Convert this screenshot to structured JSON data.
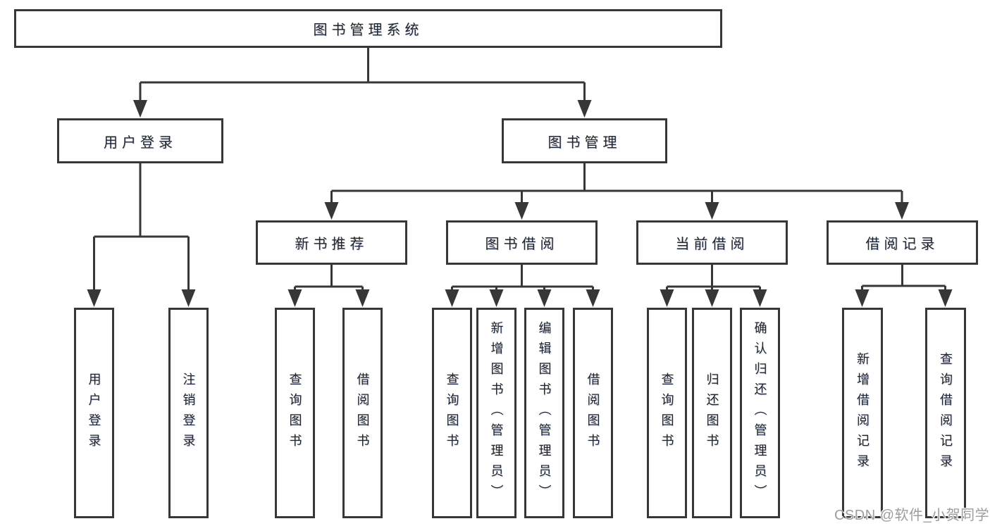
{
  "diagram_title": "图书管理系统",
  "tree": {
    "label": "图书管理系统",
    "children": [
      {
        "label": "用户登录",
        "children": [
          {
            "label": "用户登录"
          },
          {
            "label": "注销登录"
          }
        ]
      },
      {
        "label": "图书管理",
        "children": [
          {
            "label": "新书推荐",
            "children": [
              {
                "label": "查询图书"
              },
              {
                "label": "借阅图书"
              }
            ]
          },
          {
            "label": "图书借阅",
            "children": [
              {
                "label": "查询图书"
              },
              {
                "label": "新增图书（管理员）"
              },
              {
                "label": "编辑图书（管理员）"
              },
              {
                "label": "借阅图书"
              }
            ]
          },
          {
            "label": "当前借阅",
            "children": [
              {
                "label": "查询图书"
              },
              {
                "label": "归还图书"
              },
              {
                "label": "确认归还（管理员）"
              }
            ]
          },
          {
            "label": "借阅记录",
            "children": [
              {
                "label": "新增借阅记录"
              },
              {
                "label": "查询借阅记录"
              }
            ]
          }
        ]
      }
    ]
  },
  "watermark": {
    "text": "CSDN @软件_小贺同学"
  },
  "colors": {
    "background": "#ffffff",
    "line": "#373737",
    "box_border": "#373737",
    "box_fill": "#ffffff",
    "text": "#242424",
    "watermark": "#9d9d9d"
  }
}
